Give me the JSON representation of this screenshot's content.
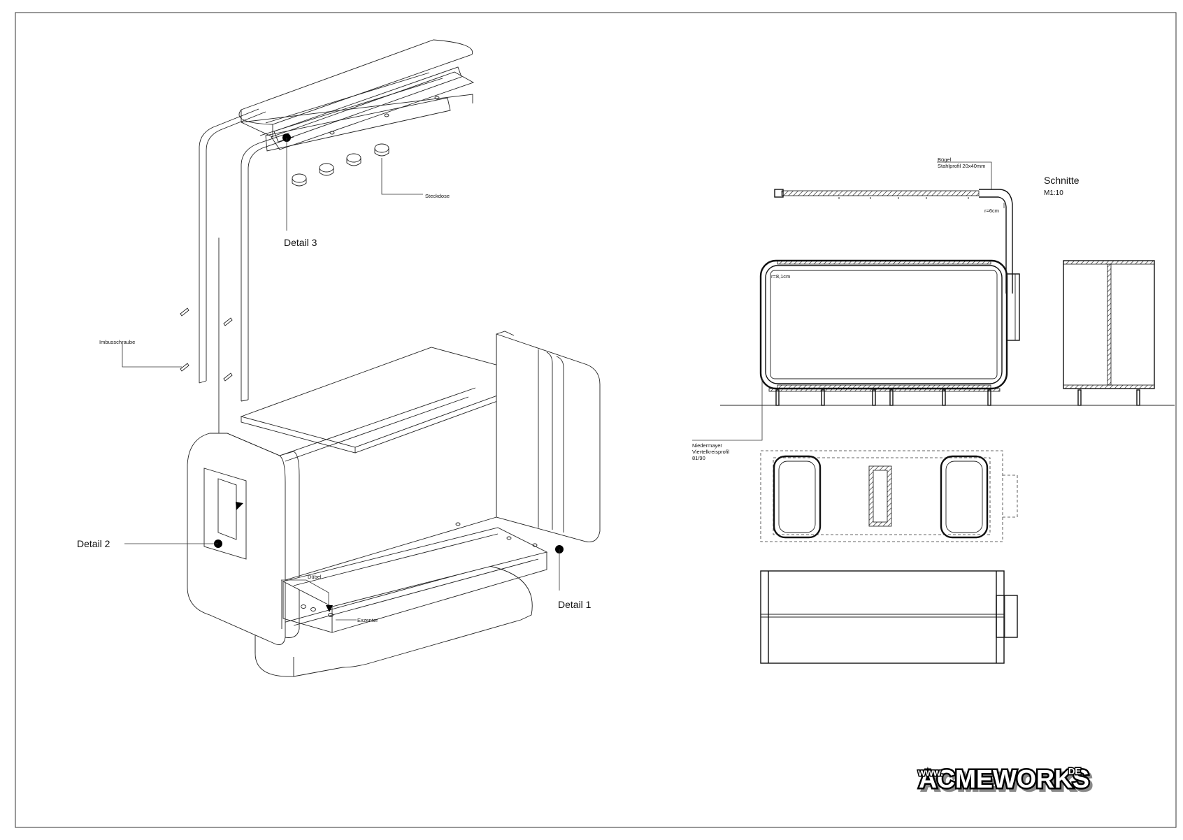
{
  "explode_view": {
    "labels": {
      "detail1": "Detail 1",
      "detail2": "Detail 2",
      "detail3": "Detail 3",
      "steckdose": "Steckdose",
      "imbus": "Imbusschraube",
      "duebel": "Dübel",
      "exzenter": "Exzenter"
    }
  },
  "sections": {
    "title": "Schnitte",
    "scale": "M1:10",
    "buegel_line1": "Bügel",
    "buegel_line2": "Stahlprofil 20x40mm",
    "radius_small": "r=6cm",
    "radius_large": "r=8,1cm",
    "niedermayer_line1": "Niedermayer",
    "niedermayer_line2": "Viertelkreisprofil",
    "niedermayer_line3": "81/90"
  },
  "logo": {
    "www": "www.",
    "name": "ACMEWORKS",
    "tld": "DE"
  }
}
